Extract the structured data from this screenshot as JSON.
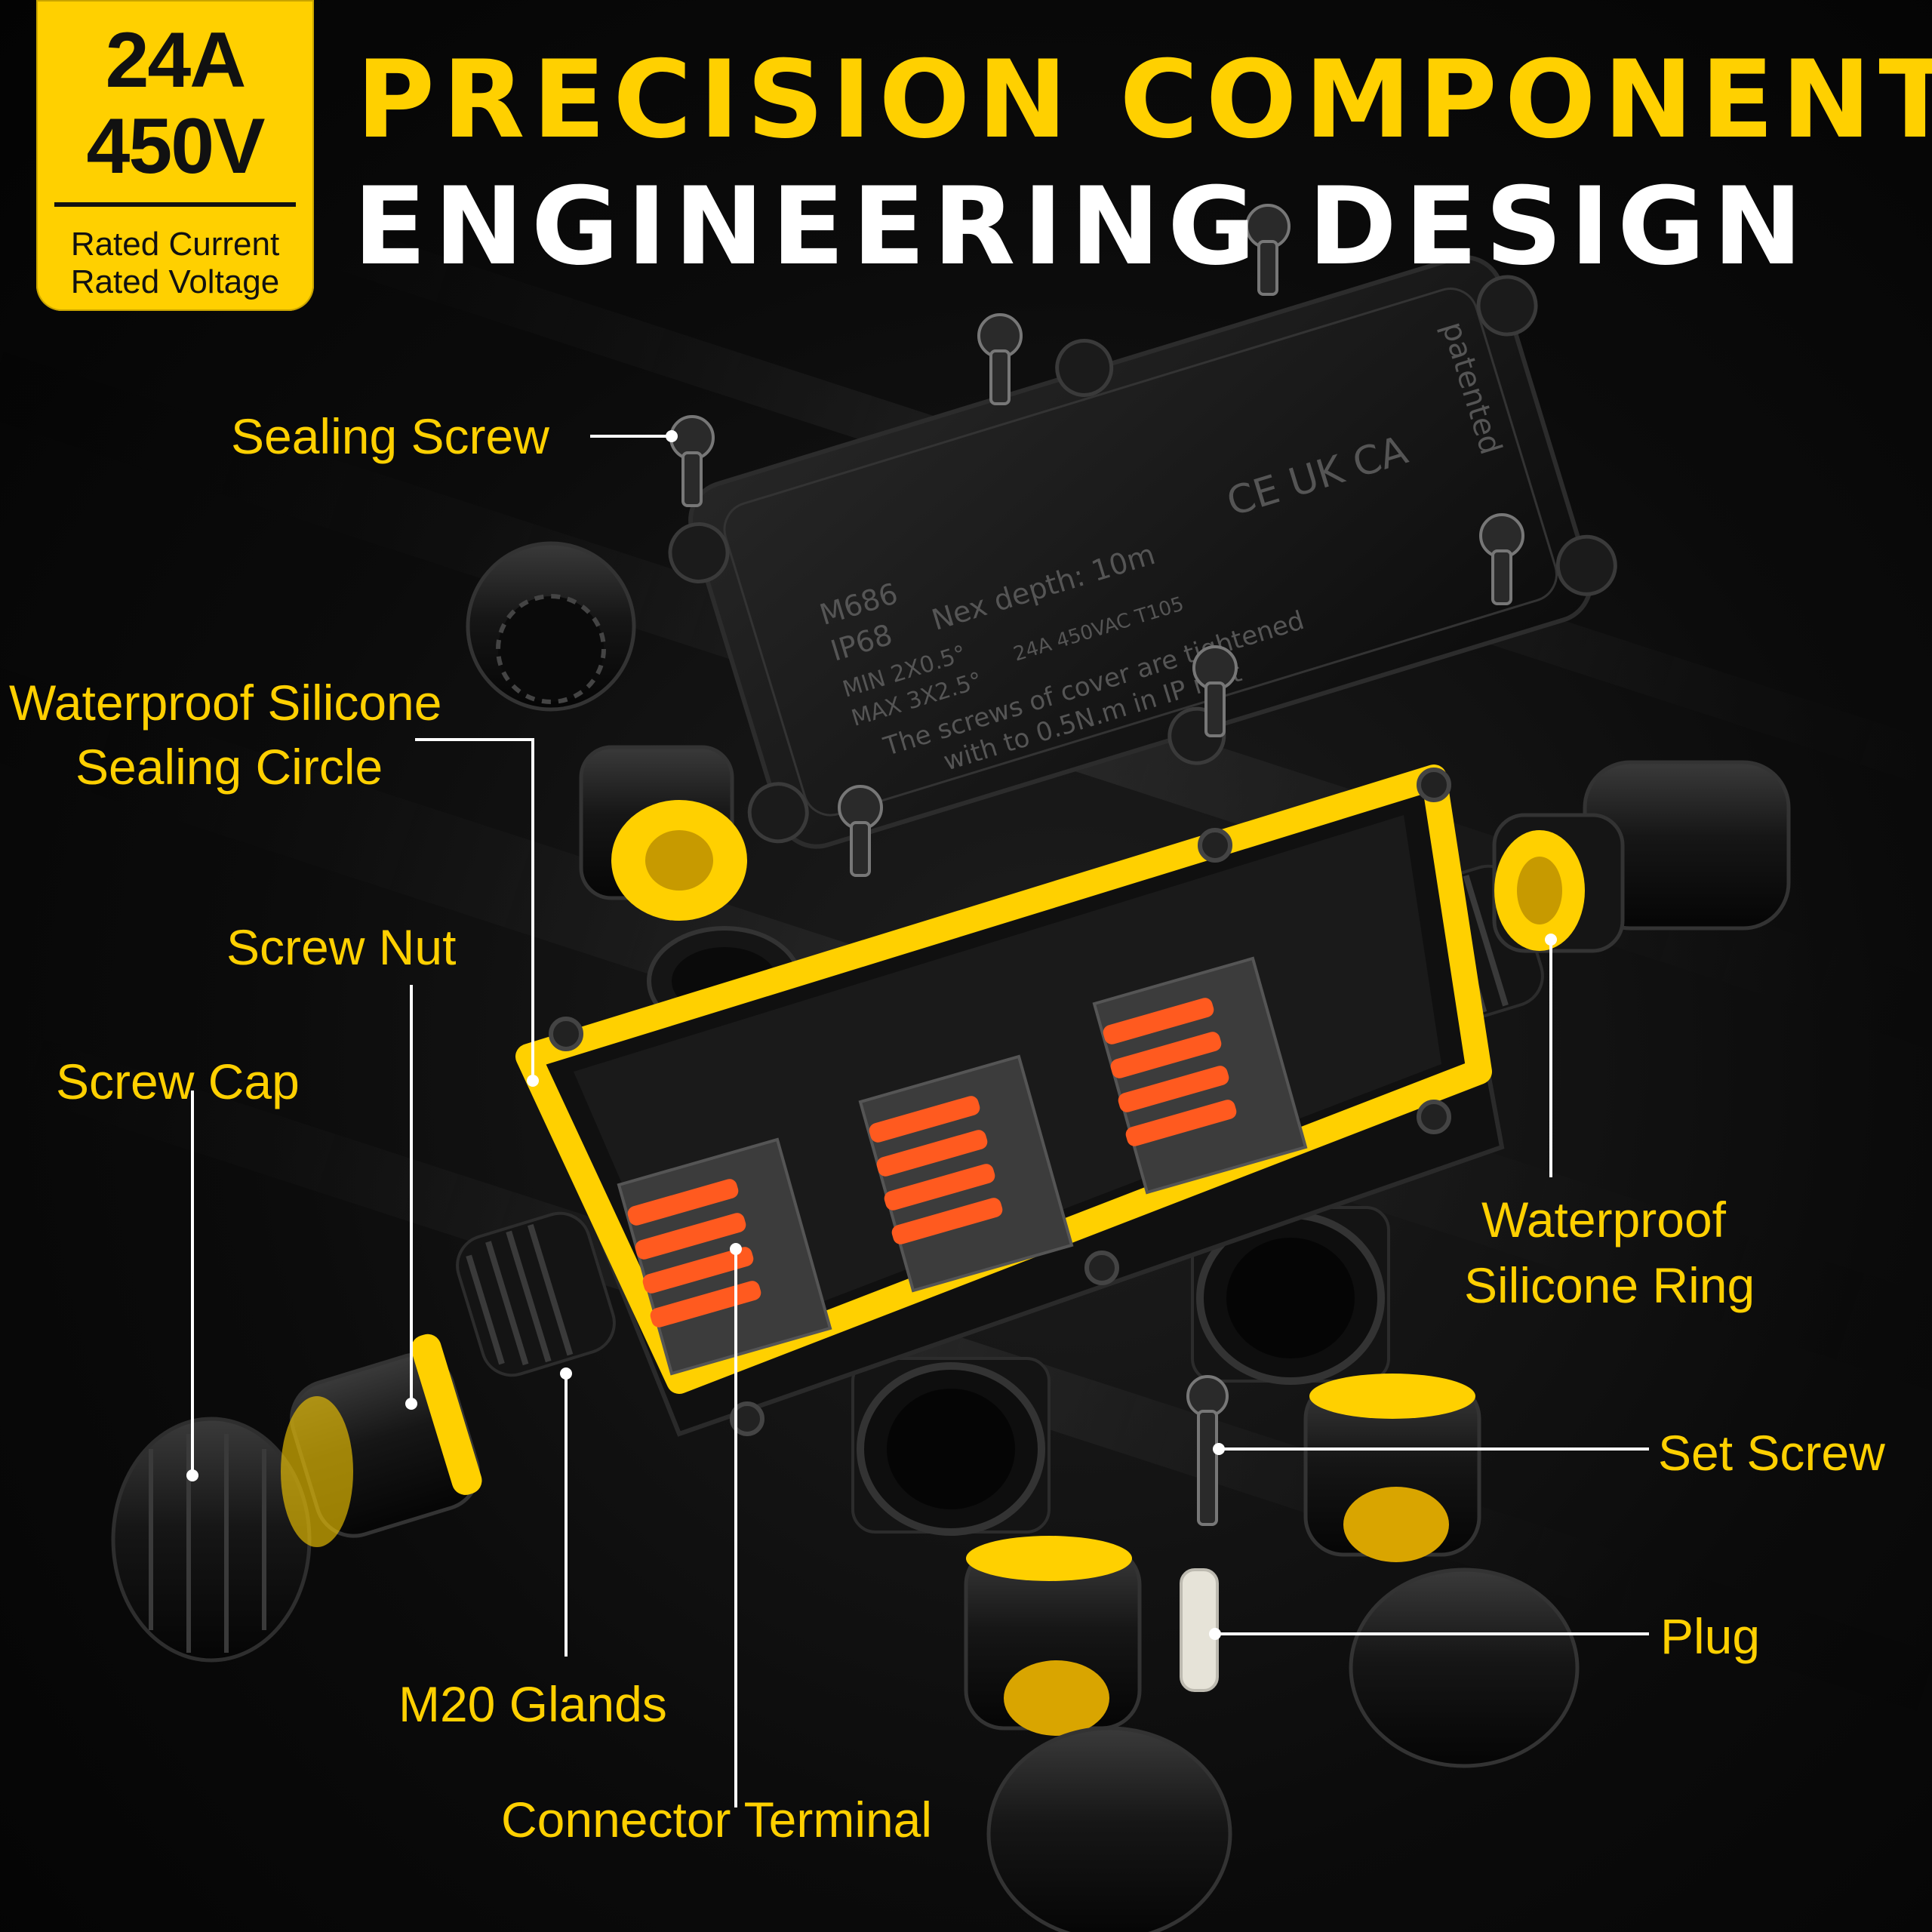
{
  "badge": {
    "current": "24A",
    "voltage": "450V",
    "current_label": "Rated Current",
    "voltage_label": "Rated Voltage"
  },
  "headline": {
    "line1": "PRECISION COMPONENTS",
    "line2": "ENGINEERING DESIGN"
  },
  "cover_marking": {
    "model": "M686",
    "ip": "IP68",
    "depth": "Nex depth: 10m",
    "min": "MIN 2X0.5°",
    "max": "MAX 3X2.5°",
    "rating": "24A 450VAC T105",
    "note1": "The screws of cover are tightened",
    "note2": "with to 0.5N.m in IP rest",
    "marks": "CE UK CA",
    "patented": "patented"
  },
  "labels": {
    "sealing_screw": "Sealing Screw",
    "sealing_circle_1": "Waterproof Silicone",
    "sealing_circle_2": "Sealing Circle",
    "screw_nut": "Screw Nut",
    "screw_cap": "Screw Cap",
    "silicone_ring_1": "Waterproof",
    "silicone_ring_2": "Silicone Ring",
    "set_screw": "Set Screw",
    "plug": "Plug",
    "m20_glands": "M20 Glands",
    "connector_terminal": "Connector Terminal"
  },
  "colors": {
    "accent": "#ffd000",
    "terminal_lever": "#ff5a1f",
    "body": "#111111"
  }
}
